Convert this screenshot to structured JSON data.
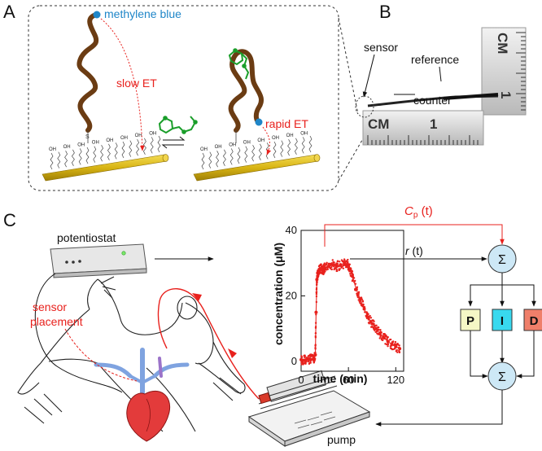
{
  "panels": {
    "a": "A",
    "b": "B",
    "c": "C"
  },
  "panel_a": {
    "redox_label": "methylene blue",
    "slow_label": "slow ET",
    "rapid_label": "rapid ET",
    "oh_label": "OH",
    "s_label": "S"
  },
  "panel_b": {
    "sensor": "sensor",
    "reference": "reference",
    "counter": "counter",
    "ruler_unit": "CM",
    "ruler_num": "1"
  },
  "panel_c": {
    "potentiostat": "potentiostat",
    "sensor_placement_1": "sensor",
    "sensor_placement_2": "placement",
    "pump": "pump",
    "cp_main": "C",
    "cp_sub": "p",
    "cp_tail": " (t)",
    "r_main": "r",
    "r_tail": " (t)",
    "sigma": "Σ",
    "p": "P",
    "i": "I",
    "d": "D"
  },
  "chart_data": {
    "type": "scatter",
    "xlabel": "time (min)",
    "ylabel": "concentration (μM)",
    "xlim": [
      0,
      130
    ],
    "ylim": [
      -3,
      40
    ],
    "xticks": [
      0,
      60,
      120
    ],
    "yticks": [
      0,
      20,
      40
    ],
    "color": "#e8211d",
    "x": [
      0,
      4,
      8,
      12,
      16,
      18,
      19,
      20,
      21,
      22,
      24,
      26,
      28,
      30,
      35,
      40,
      45,
      50,
      55,
      60,
      62,
      65,
      70,
      75,
      80,
      85,
      90,
      95,
      100,
      105,
      110,
      115,
      120,
      125
    ],
    "y": [
      0.5,
      0.3,
      0.8,
      0.6,
      1.0,
      2.0,
      15,
      25,
      27,
      27.5,
      28,
      28.5,
      28,
      28.5,
      29,
      29.5,
      29,
      29.5,
      30,
      29.5,
      28,
      26,
      22,
      19,
      16,
      13.5,
      11.5,
      10,
      8.5,
      7.2,
      6.1,
      5.2,
      4.5,
      3.9
    ]
  },
  "colors": {
    "accent_red": "#e8211d",
    "gold": "#d8b414",
    "dna_brown": "#6b3c13",
    "mb_blue": "#1f86c8",
    "sigma_fill": "#cde8f6",
    "p_fill": "#f5f7c6",
    "i_fill": "#38d9ef",
    "d_fill": "#ef7f6a"
  }
}
